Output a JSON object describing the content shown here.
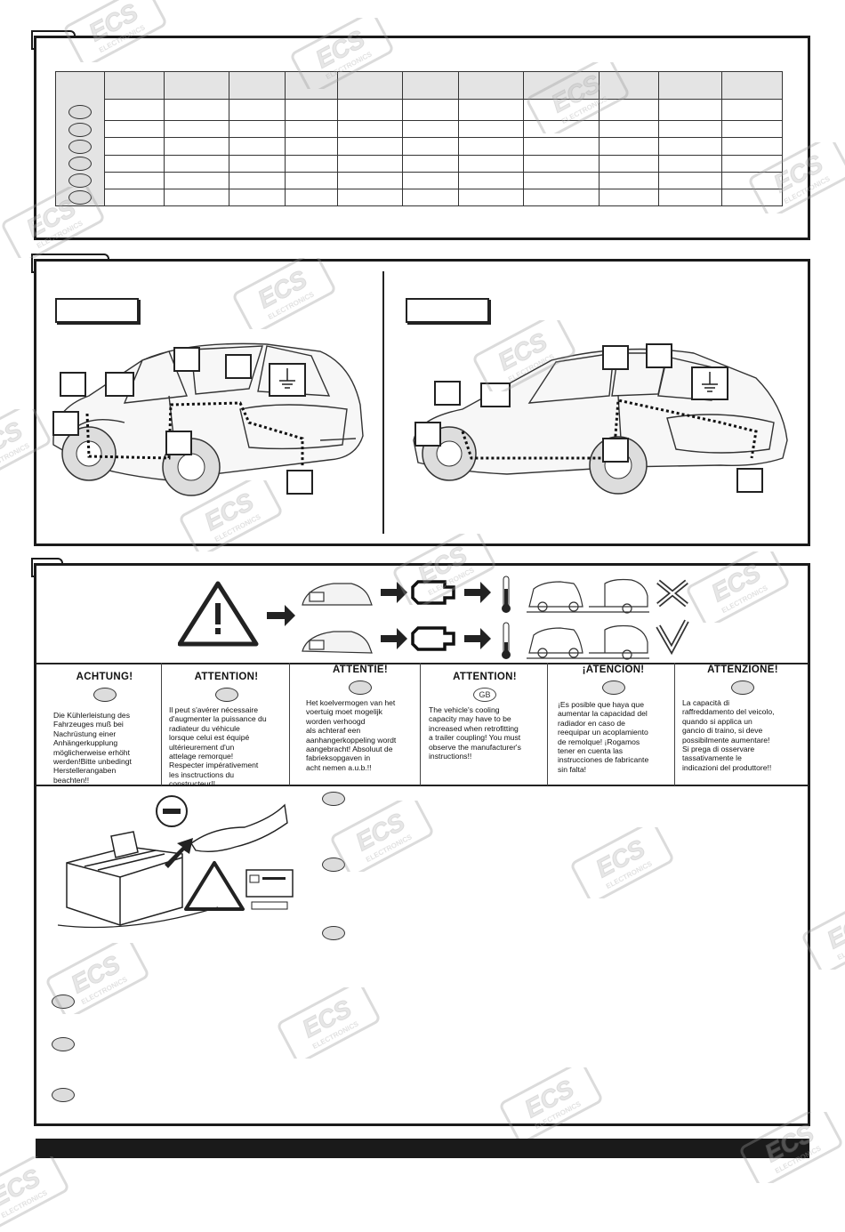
{
  "watermark": {
    "brand": "ECS",
    "sub": "ELECTRONICS"
  },
  "warnings": [
    {
      "title": "ACHTUNG!",
      "code": "",
      "text": "Die Kühlerleistung des\nFahrzeuges muß bei\nNachrüstung einer\nAnhängerkupplung\nmöglicherweise erhöht\nwerden!Bitte unbedingt\nHerstellerangaben\nbeachten!!"
    },
    {
      "title": "ATTENTION!",
      "code": "",
      "text": "Il peut s'avérer nécessaire\nd'augmenter la puissance du\nradiateur du véhicule\nlorsque celui est équipé\nultérieurement d'un\nattelage remorque!\nRespecter impérativement\nles insctructions du\nconstructeur!!"
    },
    {
      "title": "ATTENTIE!",
      "code": "",
      "text": "Het koelvermogen van het\nvoertuig moet mogelijk\nworden verhoogd\nals achteraf een\naanhangerkoppeling wordt\naangebracht! Absoluut de\nfabrieksopgaven in\nacht nemen a.u.b.!!"
    },
    {
      "title": "ATTENTION!",
      "code": "GB",
      "text": "The vehicle's cooling\ncapacity may have to be\nincreased when retrofitting\na trailer coupling! You must\nobserve the manufacturer's\ninstructions!!"
    },
    {
      "title": "¡ATENCION!",
      "code": "",
      "text": "¡Es posible que haya que\naumentar la capacidad del\nradiador en caso de\nreequipar un acoplamiento\nde remolque! ¡Rogamos\ntener en cuenta las\ninstrucciones de fabricante\nsin falta!"
    },
    {
      "title": "ATTENZIONE!",
      "code": "",
      "text": "La capacità di\nraffreddamento del veicolo,\nquando si applica un\ngancio di traino, si deve\npossibilmente aumentare!\nSi prega di osservare\ntassativamente le\nindicazioni del produttore!!"
    }
  ],
  "colors": {
    "frame": "#1a1a1a",
    "header_fill": "#e4e4e4",
    "oval_fill": "#dcdcdc"
  },
  "icons": [
    "warning-triangle-icon",
    "arrow-right-icon",
    "engine-icon",
    "thermometer-icon",
    "cross-icon",
    "check-icon",
    "ground-icon",
    "minus-icon"
  ]
}
